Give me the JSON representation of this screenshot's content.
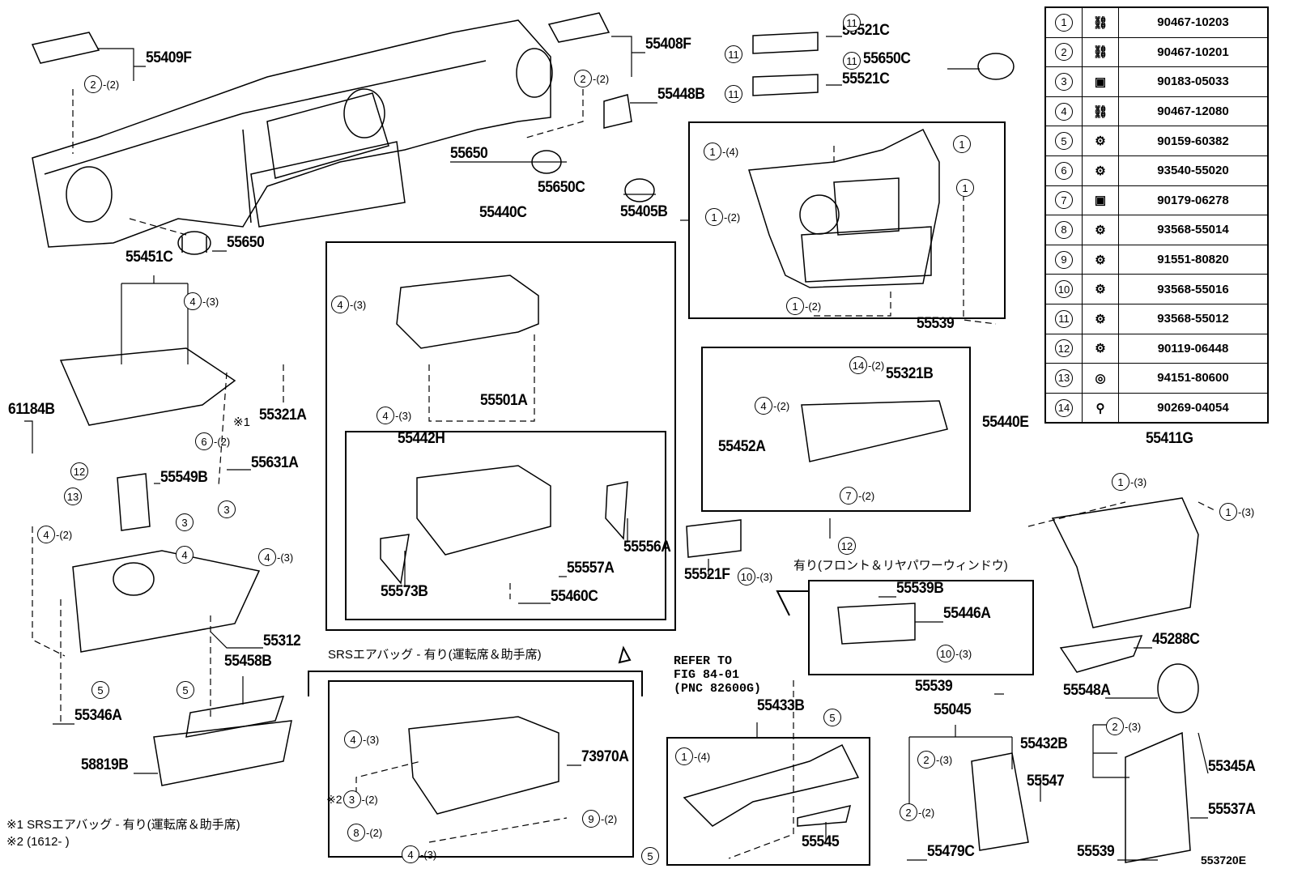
{
  "part_labels": [
    "55409F",
    "55408F",
    "55521C",
    "55521C",
    "55650C",
    "55448B",
    "55650",
    "55650C",
    "55405B",
    "55440C",
    "55650",
    "55451C",
    "55539",
    "55321B",
    "55321A",
    "55501A",
    "55440E",
    "61184B",
    "55442H",
    "55452A",
    "55411G",
    "55549B",
    "55631A",
    "55556A",
    "55557A",
    "55521F",
    "55539B",
    "55446A",
    "55573B",
    "55460C",
    "55312",
    "45288C",
    "55458B",
    "55539",
    "55548A",
    "55433B",
    "55045",
    "55346A",
    "55432B",
    "55345A",
    "73970A",
    "58819B",
    "55547",
    "55537A",
    "55545",
    "55479C",
    "55539"
  ],
  "callouts": [
    {
      "num": "2",
      "qty": "-(2)"
    },
    {
      "num": "2",
      "qty": "-(2)"
    },
    {
      "num": "11",
      "qty": ""
    },
    {
      "num": "11",
      "qty": ""
    },
    {
      "num": "11",
      "qty": ""
    },
    {
      "num": "11",
      "qty": ""
    },
    {
      "num": "1",
      "qty": "-(4)"
    },
    {
      "num": "1",
      "qty": ""
    },
    {
      "num": "1",
      "qty": ""
    },
    {
      "num": "1",
      "qty": "-(2)"
    },
    {
      "num": "1",
      "qty": "-(2)"
    },
    {
      "num": "4",
      "qty": "-(3)"
    },
    {
      "num": "4",
      "qty": "-(3)"
    },
    {
      "num": "4",
      "qty": "-(3)"
    },
    {
      "num": "14",
      "qty": "-(2)"
    },
    {
      "num": "4",
      "qty": "-(2)"
    },
    {
      "num": "6",
      "qty": "-(2)"
    },
    {
      "num": "12",
      "qty": ""
    },
    {
      "num": "13",
      "qty": ""
    },
    {
      "num": "7",
      "qty": "-(2)"
    },
    {
      "num": "12",
      "qty": ""
    },
    {
      "num": "1",
      "qty": "-(3)"
    },
    {
      "num": "1",
      "qty": "-(3)"
    },
    {
      "num": "3",
      "qty": ""
    },
    {
      "num": "3",
      "qty": ""
    },
    {
      "num": "4",
      "qty": "-(2)"
    },
    {
      "num": "4",
      "qty": ""
    },
    {
      "num": "4",
      "qty": "-(3)"
    },
    {
      "num": "10",
      "qty": "-(3)"
    },
    {
      "num": "10",
      "qty": "-(3)"
    },
    {
      "num": "5",
      "qty": ""
    },
    {
      "num": "5",
      "qty": ""
    },
    {
      "num": "5",
      "qty": ""
    },
    {
      "num": "4",
      "qty": "-(3)"
    },
    {
      "num": "1",
      "qty": "-(4)"
    },
    {
      "num": "2",
      "qty": "-(3)"
    },
    {
      "num": "2",
      "qty": "-(3)"
    },
    {
      "num": "3",
      "qty": "-(2)",
      "prefix": "※2"
    },
    {
      "num": "8",
      "qty": "-(2)"
    },
    {
      "num": "4",
      "qty": "-(3)"
    },
    {
      "num": "9",
      "qty": "-(2)"
    },
    {
      "num": "2",
      "qty": "-(2)"
    },
    {
      "num": "5",
      "qty": ""
    }
  ],
  "notes": {
    "mark1": "※1",
    "power_window": "有り(フロント＆リヤパワーウィンドウ)",
    "srs_header": "SRSエアバッグ - 有り(運転席＆助手席)",
    "refer": "REFER TO\nFIG 84-01\n(PNC 82600G)",
    "footnote1": "※1  SRSエアバッグ - 有り(運転席＆助手席)",
    "footnote2": "※2 (1612-        )",
    "figure_id": "553720E"
  },
  "fastener_table": [
    {
      "num": "1",
      "part": "90467-10203",
      "icon": "clip-icon"
    },
    {
      "num": "2",
      "part": "90467-10201",
      "icon": "clip-icon"
    },
    {
      "num": "3",
      "part": "90183-05033",
      "icon": "nut-clip-icon"
    },
    {
      "num": "4",
      "part": "90467-12080",
      "icon": "clip-icon"
    },
    {
      "num": "5",
      "part": "90159-60382",
      "icon": "screw-icon"
    },
    {
      "num": "6",
      "part": "93540-55020",
      "icon": "tapping-screw-icon"
    },
    {
      "num": "7",
      "part": "90179-06278",
      "icon": "nut-clip-icon"
    },
    {
      "num": "8",
      "part": "93568-55014",
      "icon": "screw-icon"
    },
    {
      "num": "9",
      "part": "91551-80820",
      "icon": "screw-icon"
    },
    {
      "num": "10",
      "part": "93568-55016",
      "icon": "screw-icon"
    },
    {
      "num": "11",
      "part": "93568-55012",
      "icon": "screw-icon"
    },
    {
      "num": "12",
      "part": "90119-06448",
      "icon": "screw-icon"
    },
    {
      "num": "13",
      "part": "94151-80600",
      "icon": "nut-icon"
    },
    {
      "num": "14",
      "part": "90269-04054",
      "icon": "rivet-icon"
    }
  ]
}
